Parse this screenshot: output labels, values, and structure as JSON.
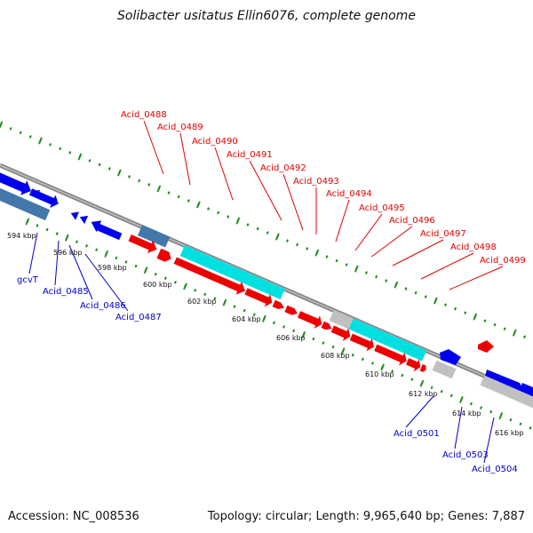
{
  "title": "Solibacter usitatus Ellin6076, complete genome",
  "accession": "Accession: NC_008536",
  "summary": "Topology: circular; Length: 9,965,640 bp; Genes: 7,887",
  "colors": {
    "forward_gene": "#ee0000",
    "reverse_gene": "#0000ee",
    "forward_rna": "#00e0e0",
    "reverse_rna": "#4477aa",
    "pseudo": "#c0c0c0",
    "dots": "#1a8a1a",
    "backbone": "#888888"
  },
  "scale": {
    "ticks": [
      "594 kbp",
      "596 kbp",
      "598 kbp",
      "600 kbp",
      "602 kbp",
      "604 kbp",
      "606 kbp",
      "608 kbp",
      "610 kbp",
      "612 kbp",
      "614 kbp",
      "616 kbp"
    ]
  },
  "forward_labels": [
    "Acid_0488",
    "Acid_0489",
    "Acid_0490",
    "Acid_0491",
    "Acid_0492",
    "Acid_0493",
    "Acid_0494",
    "Acid_0495",
    "Acid_0496",
    "Acid_0497",
    "Acid_0498",
    "Acid_0499"
  ],
  "reverse_labels": [
    "gcvT",
    "Acid_0485",
    "Acid_0486",
    "Acid_0487",
    "Acid_0501",
    "Acid_0503",
    "Acid_0504"
  ]
}
